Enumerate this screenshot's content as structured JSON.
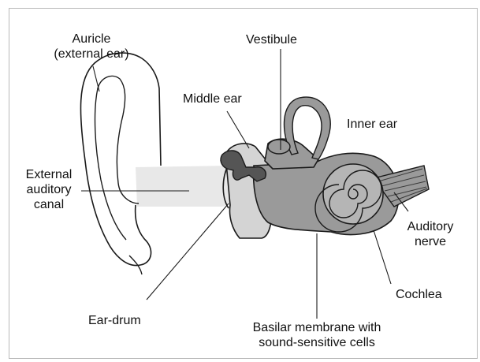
{
  "colors": {
    "outline": "#1a1a1a",
    "canal_fill": "#e8e8e8",
    "middle_ear_fill": "#d4d4d4",
    "inner_ear_fill": "#9a9a9a",
    "ossicles_fill": "#555555",
    "spiral_fill": "#b5b5b5"
  },
  "labels": {
    "auricle": {
      "line1": "Auricle",
      "line2": "(external ear)"
    },
    "vestibule": "Vestibule",
    "middle_ear": "Middle ear",
    "inner_ear": "Inner ear",
    "external_canal": {
      "line1": "External",
      "line2": "auditory",
      "line3": "canal"
    },
    "auditory_nerve": {
      "line1": "Auditory",
      "line2": "nerve"
    },
    "cochlea": "Cochlea",
    "ear_drum": "Ear-drum",
    "basilar": {
      "line1": "Basilar membrane with",
      "line2": "sound-sensitive cells"
    }
  }
}
